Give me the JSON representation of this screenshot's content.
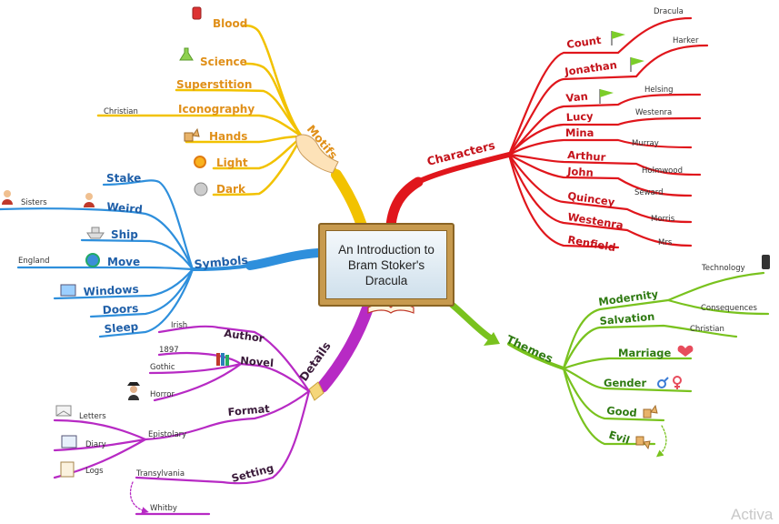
{
  "central": {
    "title": "An Introduction to Bram Stoker's Dracula"
  },
  "branches": {
    "motifs": {
      "label": "Motifs",
      "items": [
        "Blood",
        "Science",
        "Superstition",
        "Iconography",
        "Hands",
        "Light",
        "Dark"
      ],
      "sub": {
        "christian": "Christian"
      }
    },
    "characters": {
      "label": "Characters",
      "items": [
        "Count",
        "Jonathan",
        "Van",
        "Lucy",
        "Mina",
        "Arthur",
        "John",
        "Quincey",
        "Westenra",
        "Renfield"
      ],
      "subs": [
        "Dracula",
        "Harker",
        "Helsing",
        "Westenra",
        "Murray",
        "Holmwood",
        "Seward",
        "Morris",
        "Mrs"
      ]
    },
    "symbols": {
      "label": "Symbols",
      "items": [
        "Stake",
        "Weird",
        "Ship",
        "Move",
        "Windows",
        "Doors",
        "Sleep"
      ],
      "subs": {
        "sisters": "Sisters",
        "england": "England"
      }
    },
    "themes": {
      "label": "Themes",
      "items": [
        "Modernity",
        "Salvation",
        "Marriage",
        "Gender",
        "Good",
        "Evil"
      ],
      "subs": {
        "technology": "Technology",
        "consequences": "Consequences",
        "christian": "Christian"
      }
    },
    "details": {
      "label": "Details",
      "author": "Author",
      "author_sub": "Irish",
      "novel": "Novel",
      "novel_subs": [
        "1897",
        "Gothic",
        "Horror"
      ],
      "format": "Format",
      "format_sub": "Epistolary",
      "format_subs": [
        "Letters",
        "Diary",
        "Logs"
      ],
      "setting": "Setting",
      "setting_subs": [
        "Transylvania",
        "Whitby"
      ]
    }
  },
  "watermark": "Activa",
  "colors": {
    "motifs": "#f2c200",
    "characters": "#e0161c",
    "symbols": "#2e8fdc",
    "themes": "#79c21e",
    "details": "#b72ac4"
  }
}
